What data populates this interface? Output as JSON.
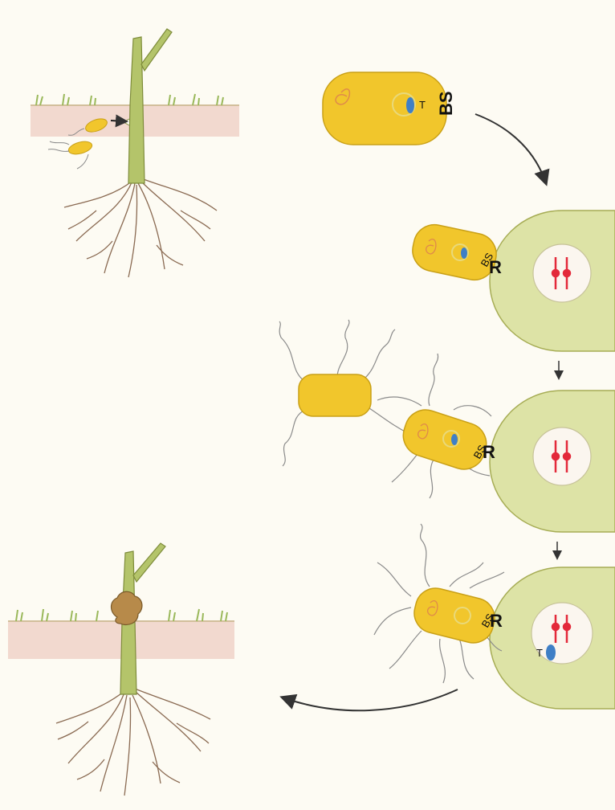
{
  "labels": {
    "step1": {
      "bs": "BS",
      "t": "T"
    },
    "step2": {
      "bs": "BS",
      "r": "R"
    },
    "step3": {
      "bs": "BS",
      "r": "R"
    },
    "step4": {
      "bs": "BS",
      "r": "R",
      "t": "T"
    }
  },
  "colors": {
    "background": "#fdfbf3",
    "bacterium": "#f1c62c",
    "bacterium_edge": "#c9a016",
    "plant_cell": "#dde3a6",
    "plant_cell_edge": "#a7ad55",
    "nucleus": "#fbf6ef",
    "chromosome": "#e3293a",
    "plasmid_t": "#3f7fc6",
    "stem": "#b4c46a",
    "soil": "#f2d9cf",
    "root": "#8a6a52",
    "gall": "#b78a4a",
    "arrow": "#333333"
  }
}
